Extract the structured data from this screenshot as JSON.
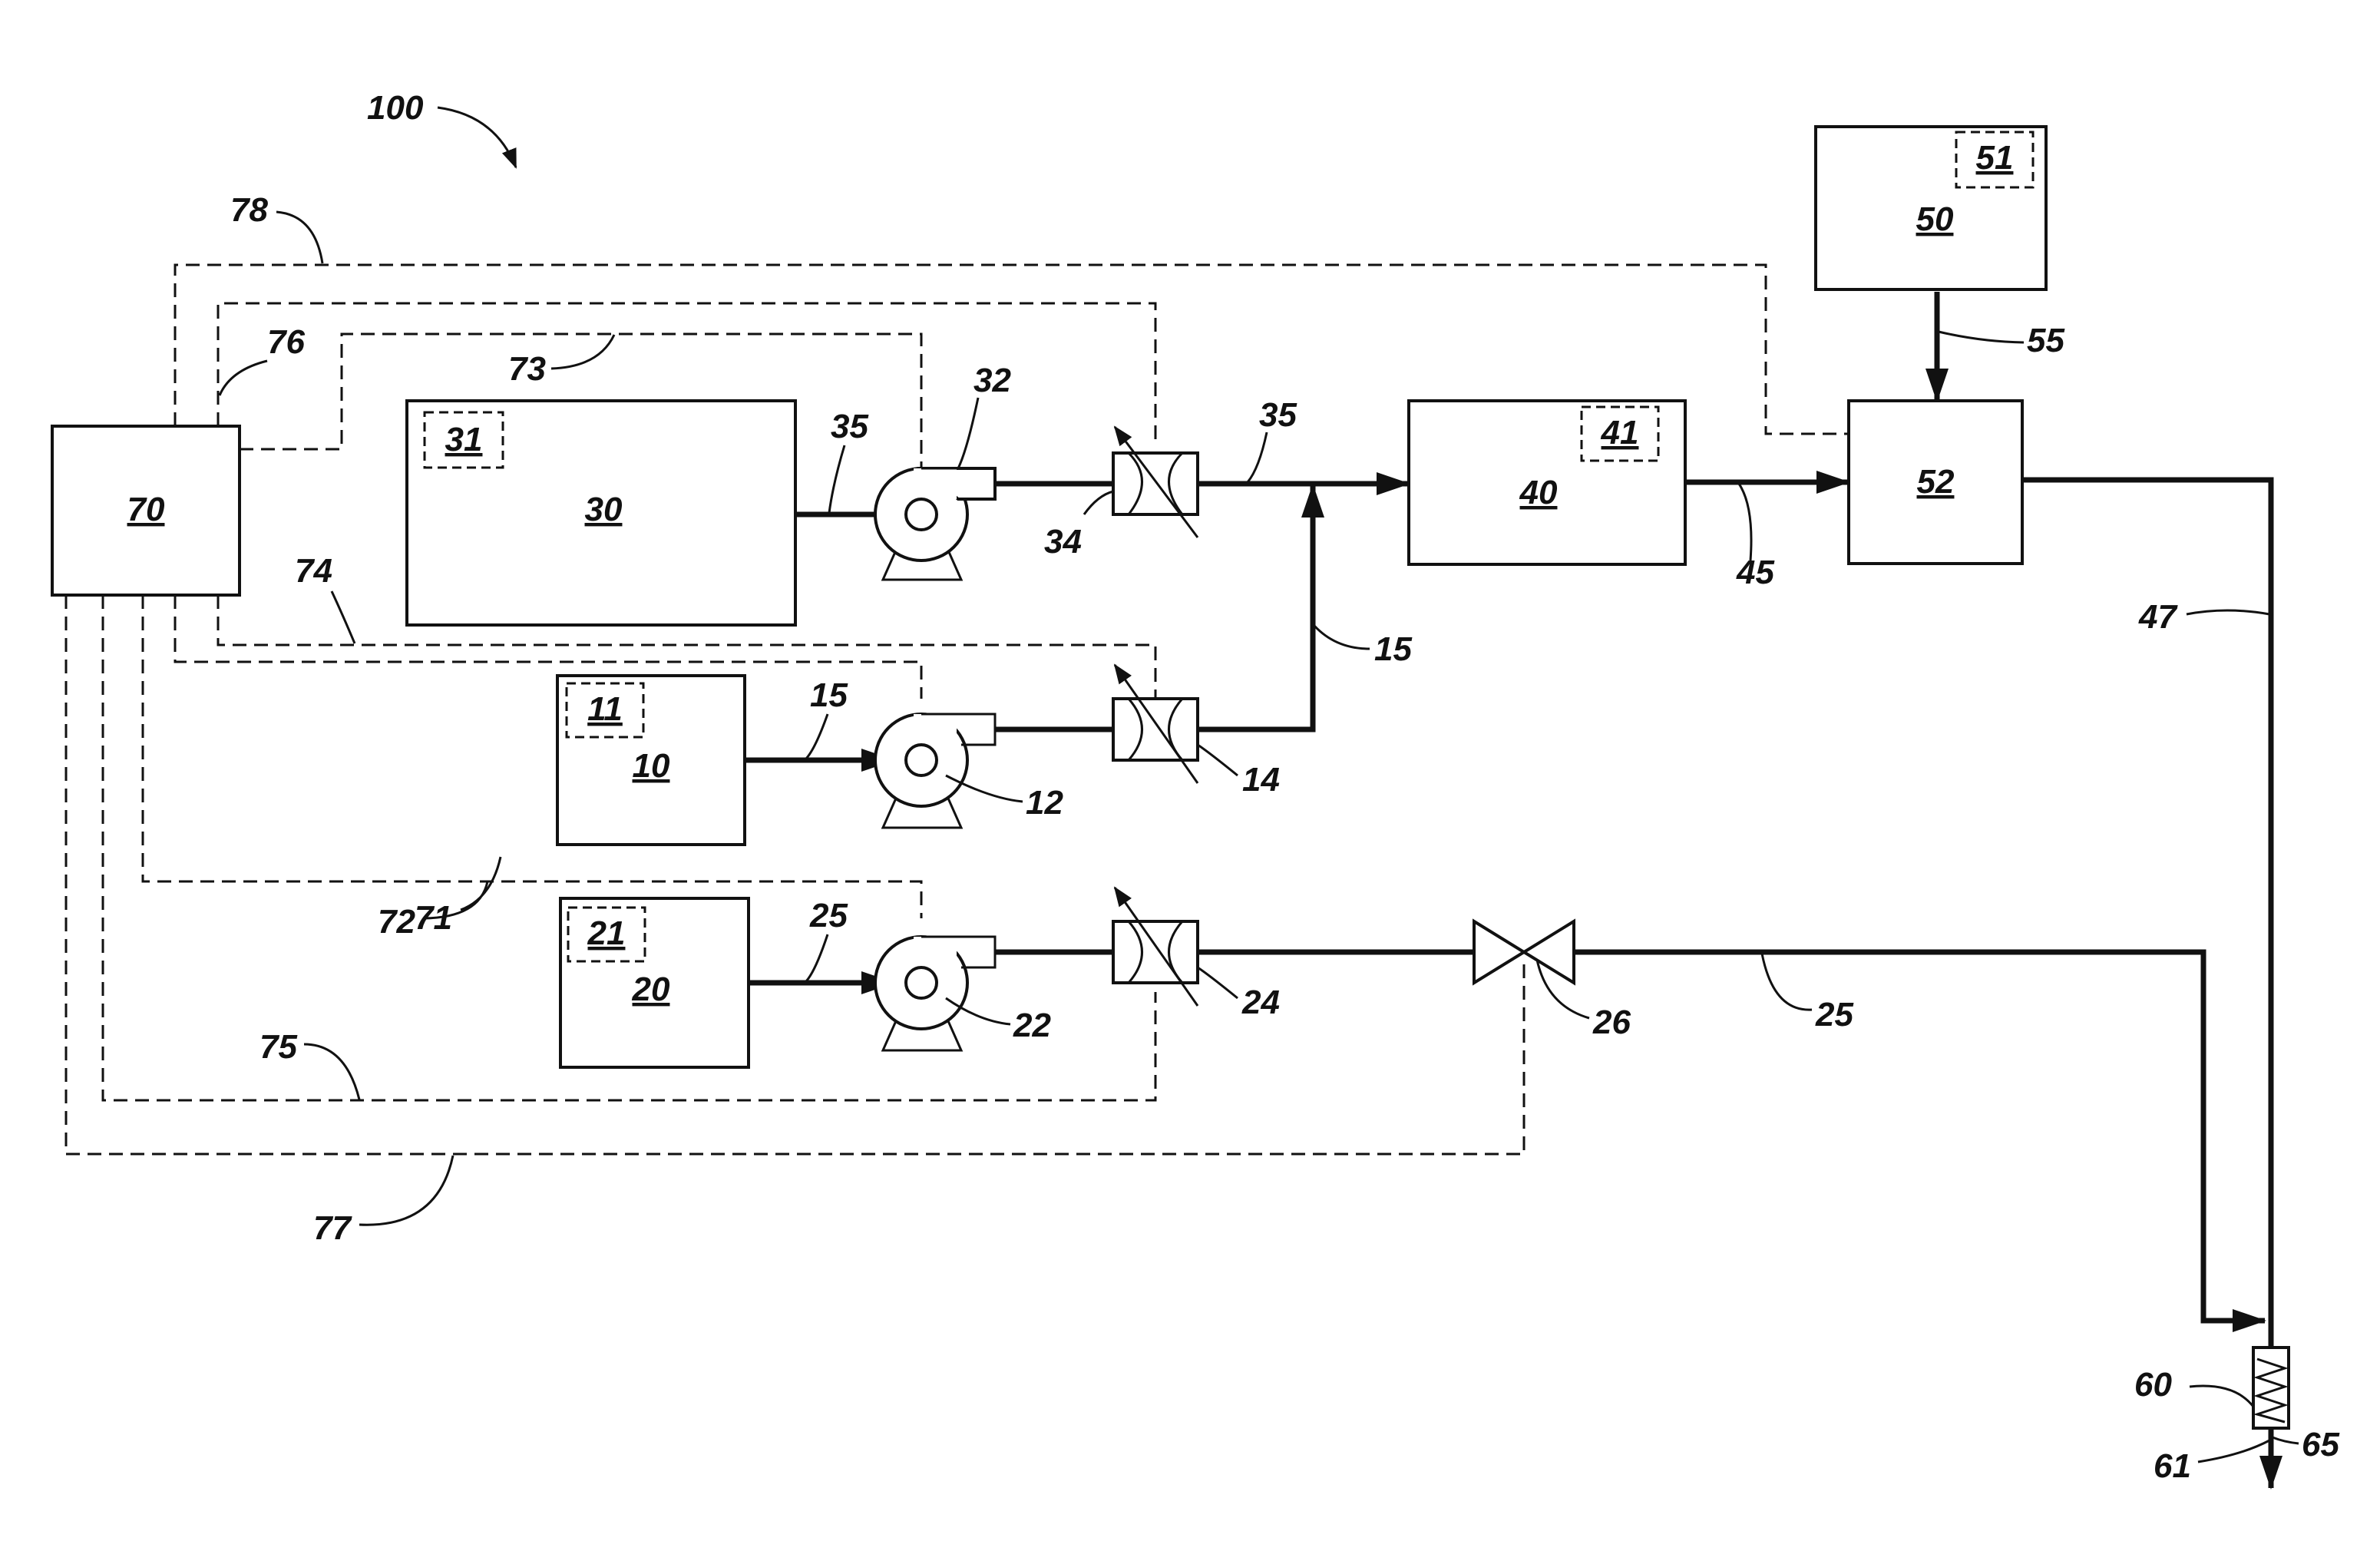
{
  "figure": {
    "system_ref": "100",
    "controller": {
      "ref": "70"
    },
    "sources": [
      {
        "ref": "30",
        "sub_ref": "31"
      },
      {
        "ref": "10",
        "sub_ref": "11"
      },
      {
        "ref": "20",
        "sub_ref": "21"
      }
    ],
    "unit_40": {
      "ref": "40",
      "sub_ref": "41"
    },
    "unit_50": {
      "ref": "50",
      "sub_ref": "51"
    },
    "unit_52": {
      "ref": "52"
    },
    "pumps": [
      "32",
      "12",
      "22"
    ],
    "meters": [
      "34",
      "14",
      "24"
    ],
    "valve": "26",
    "heater": "60",
    "streams": {
      "s35_a": "35",
      "s35_b": "35",
      "s15_a": "15",
      "s15_b": "15",
      "s25_a": "25",
      "s25_b": "25",
      "s45": "45",
      "s47": "47",
      "s55": "55",
      "s61": "61",
      "s65": "65"
    },
    "signal_lines": [
      "71",
      "72",
      "73",
      "74",
      "75",
      "76",
      "77",
      "78"
    ]
  }
}
